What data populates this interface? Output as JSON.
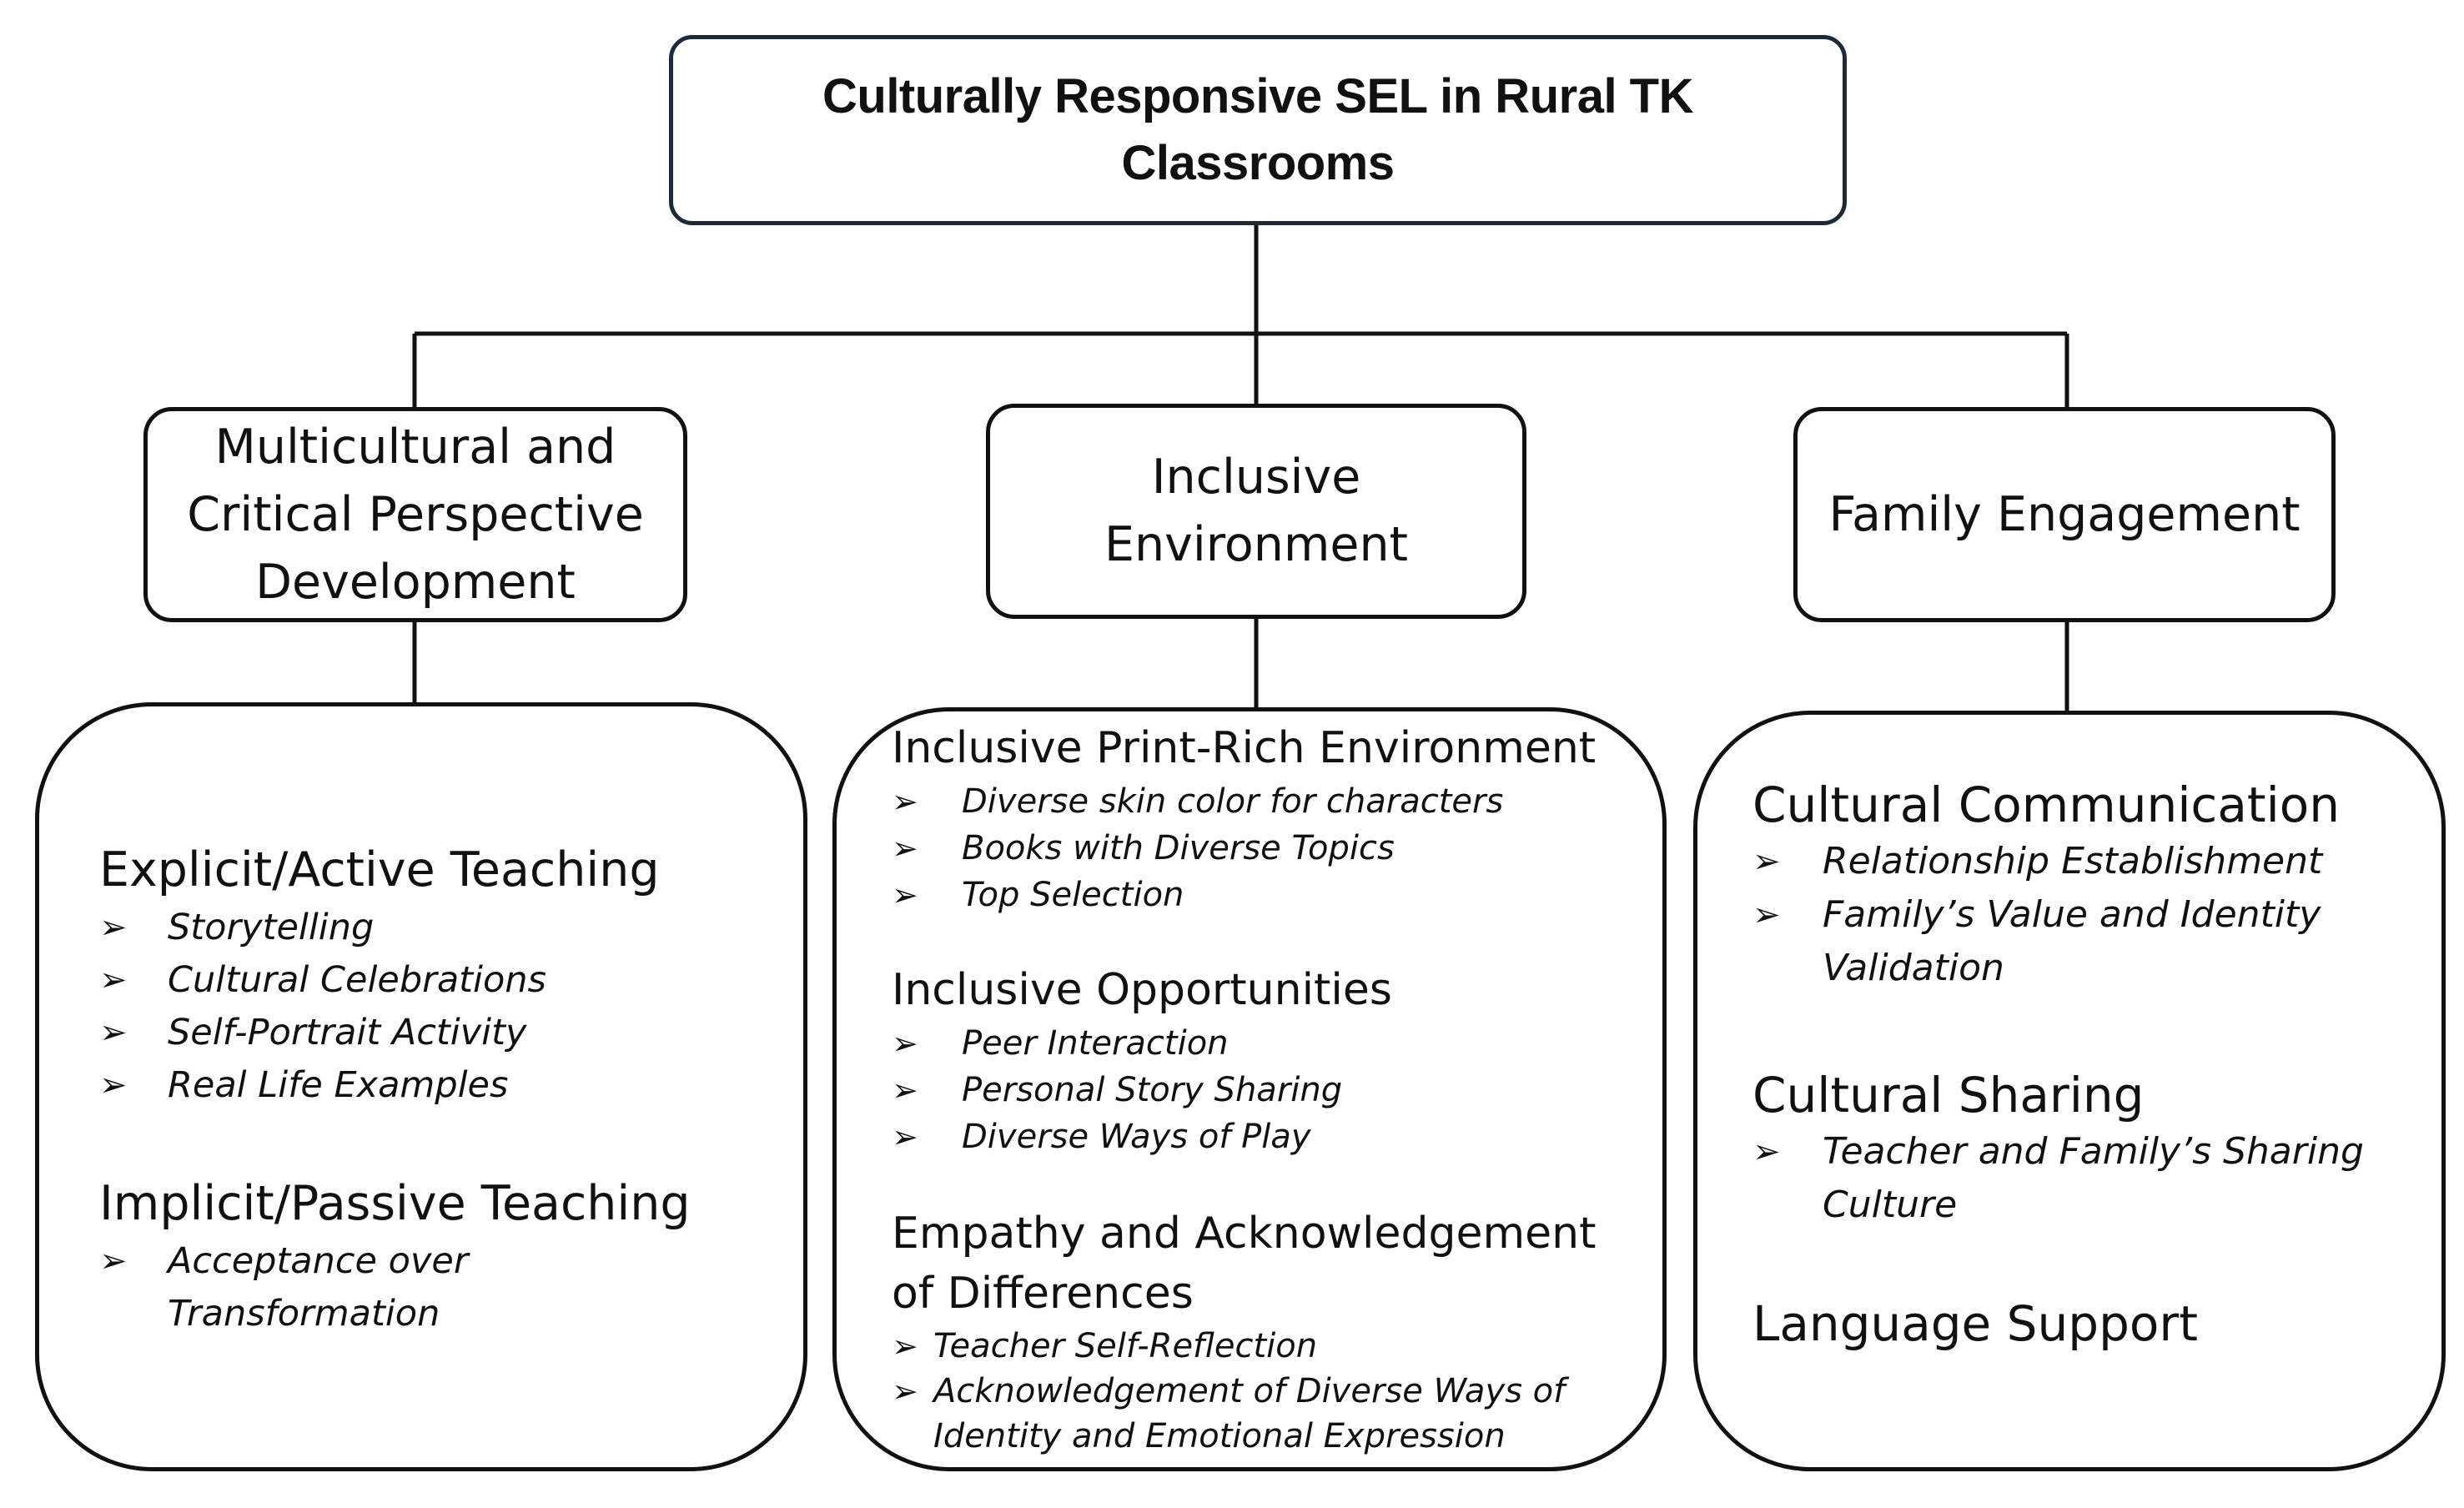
{
  "root": {
    "title": "Culturally Responsive SEL in Rural TK Classrooms"
  },
  "categories": [
    {
      "title": "Multicultural and Critical Perspective Development",
      "sections": [
        {
          "heading": "Explicit/Active Teaching",
          "items": [
            "Storytelling",
            "Cultural Celebrations",
            "Self-Portrait Activity",
            "Real Life Examples"
          ]
        },
        {
          "heading": "Implicit/Passive Teaching",
          "items": [
            "Acceptance over Transformation"
          ]
        }
      ]
    },
    {
      "title": "Inclusive Environment",
      "sections": [
        {
          "heading": "Inclusive Print-Rich Environment",
          "items": [
            "Diverse skin color for characters",
            "Books with Diverse Topics",
            "Top Selection"
          ]
        },
        {
          "heading": "Inclusive Opportunities",
          "items": [
            "Peer Interaction",
            "Personal Story Sharing",
            "Diverse Ways of Play"
          ]
        },
        {
          "heading": "Empathy and Acknowledgement of Differences",
          "items": [
            "Teacher Self-Reflection",
            "Acknowledgement of Diverse Ways of Identity and Emotional Expression"
          ]
        }
      ]
    },
    {
      "title": "Family Engagement",
      "sections": [
        {
          "heading": "Cultural Communication",
          "items": [
            "Relationship Establishment",
            "Family’s Value and Identity Validation"
          ]
        },
        {
          "heading": "Cultural Sharing",
          "items": [
            "Teacher and Family’s Sharing Culture"
          ]
        },
        {
          "heading": "Language Support",
          "items": []
        }
      ]
    }
  ],
  "bullet_glyph": "➢",
  "colors": {
    "line": "#111111",
    "root_border": "#1c2b3a",
    "background": "#ffffff"
  }
}
